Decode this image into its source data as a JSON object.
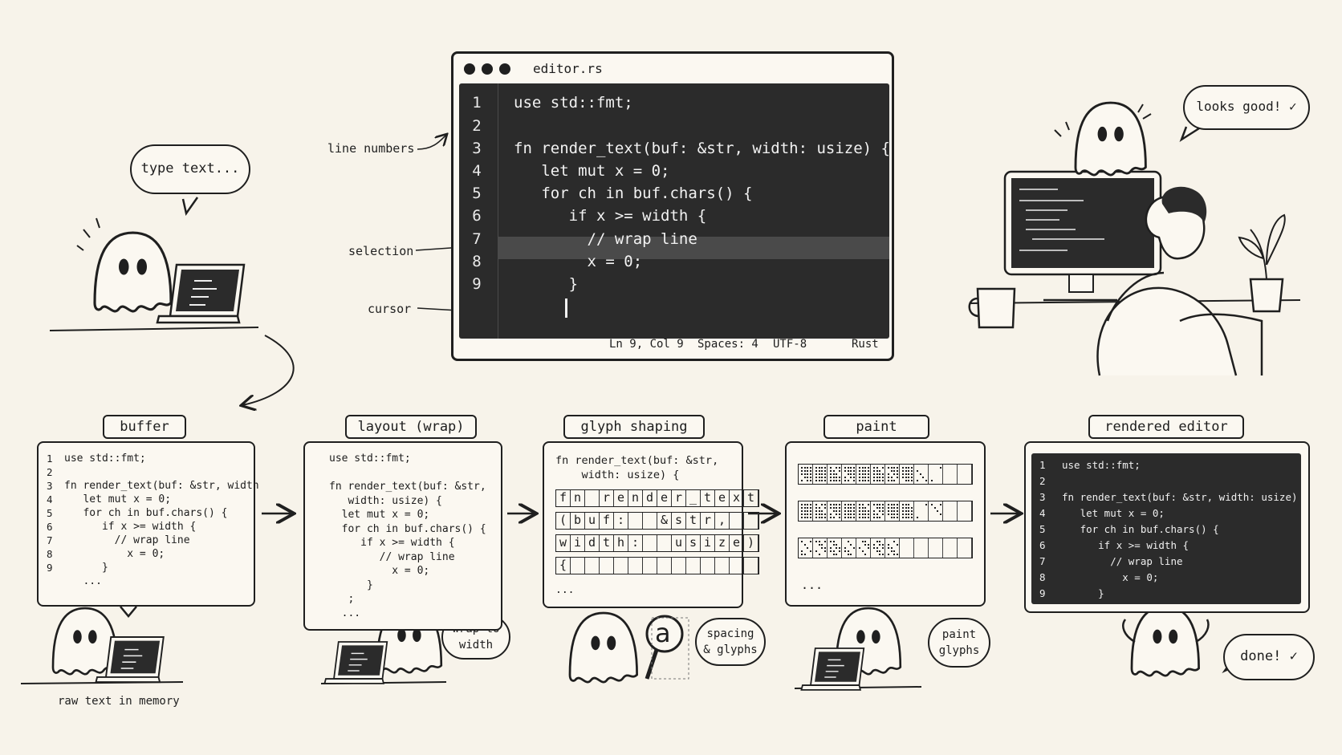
{
  "editor": {
    "filename": "editor.rs",
    "line_numbers": [
      "1",
      "2",
      "3",
      "4",
      "5",
      "6",
      "7",
      "8",
      "9"
    ],
    "code_lines": [
      "use std::fmt;",
      "",
      "fn render_text(buf: &str, width: usize) {",
      "   let mut x = 0;",
      "   for ch in buf.chars() {",
      "      if x >= width {",
      "        // wrap line",
      "        x = 0;",
      "      }"
    ],
    "status": {
      "position": "Ln 9, Col 9",
      "spaces": "Spaces: 4",
      "encoding": "UTF-8",
      "language": "Rust"
    }
  },
  "callouts": {
    "line_numbers": "line numbers",
    "selection": "selection",
    "cursor": "cursor"
  },
  "bubbles": {
    "type_text": "type text...",
    "looks_good": "looks good! ✓",
    "wrap_to_width_1": "wrap to",
    "wrap_to_width_2": "width",
    "spacing_1": "spacing",
    "spacing_2": "& glyphs",
    "paint_1": "paint",
    "paint_2": "glyphs",
    "done": "done! ✓"
  },
  "pipeline": {
    "buffer": {
      "label": "buffer",
      "caption": "raw text in memory",
      "line_numbers": [
        "1",
        "2",
        "3",
        "4",
        "5",
        "6",
        "7",
        "8",
        "9"
      ],
      "lines": [
        "use std::fmt;",
        "",
        "fn render_text(buf: &str, width",
        "   let mut x = 0;",
        "   for ch in buf.chars() {",
        "      if x >= width {",
        "        // wrap line",
        "          x = 0;",
        "      }",
        "   ..."
      ]
    },
    "layout": {
      "label": "layout (wrap)",
      "lines": [
        "use std::fmt;",
        "",
        "fn render_text(buf: &str,",
        "   width: usize) {",
        "  let mut x = 0;",
        "  for ch in buf.chars() {",
        "     if x >= width {",
        "        // wrap line",
        "          x = 0;",
        "      }",
        "   ;",
        "  ..."
      ]
    },
    "shaping": {
      "label": "glyph shaping",
      "line1": "fn render_text(buf: &str,",
      "line2": "    width: usize) {",
      "rows": [
        [
          "f",
          "n",
          "",
          "r",
          "e",
          "n",
          "d",
          "e",
          "r",
          "_",
          "t",
          "e",
          "x",
          "t"
        ],
        [
          "(",
          "b",
          "u",
          "f",
          ":",
          "",
          "",
          "&",
          "s",
          "t",
          "r",
          ",",
          "",
          ""
        ],
        [
          "w",
          "i",
          "d",
          "t",
          "h",
          ":",
          "",
          "",
          "u",
          "s",
          "i",
          "z",
          "e",
          ")"
        ],
        [
          "{",
          "",
          "",
          "",
          "",
          "",
          "",
          "",
          "",
          "",
          "",
          "",
          "",
          ""
        ]
      ],
      "ellipsis": "...",
      "magnified": "a"
    },
    "paint": {
      "label": "paint",
      "ellipsis": "..."
    },
    "rendered": {
      "label": "rendered editor",
      "line_numbers": [
        "1",
        "2",
        "3",
        "4",
        "5",
        "6",
        "7",
        "8",
        "9"
      ],
      "lines": [
        "use std::fmt;",
        "",
        "fn render_text(buf: &str, width: usize) {",
        "   let mut x = 0;",
        "   for ch in buf.chars() {",
        "      if x >= width {",
        "        // wrap line",
        "          x = 0;",
        "      }"
      ]
    }
  }
}
